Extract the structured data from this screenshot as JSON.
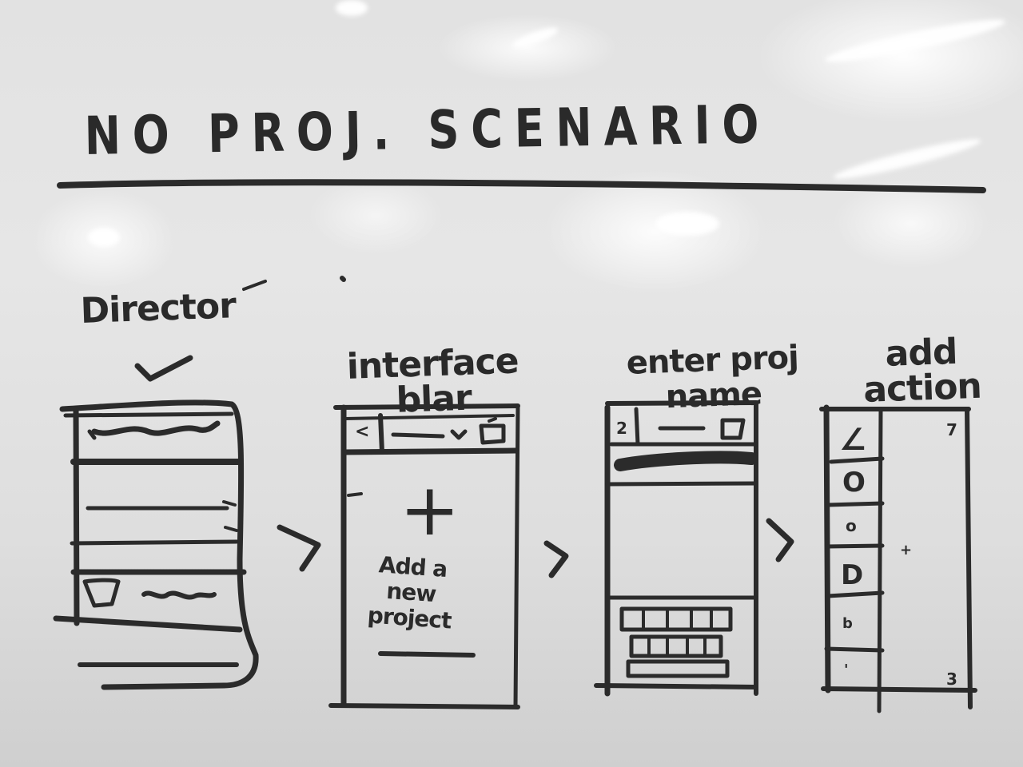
{
  "whiteboard": {
    "title": "NO PROJ. SCENARIO",
    "steps": [
      {
        "label": "Director"
      },
      {
        "label": "interface\nblar"
      },
      {
        "label": "enter proj\nname"
      },
      {
        "label": "add\naction"
      }
    ],
    "sketch2": {
      "back_glyph": "<",
      "plus_glyph": "+",
      "empty_text": "Add a\nnew\nproject"
    },
    "sketch3": {
      "back_glyph": "2"
    },
    "sketch4": {
      "slots": [
        "∠",
        "O",
        "o",
        "D",
        "b",
        "'"
      ],
      "corner_top": "7",
      "center_mark": "+",
      "corner_bottom": "3"
    }
  }
}
